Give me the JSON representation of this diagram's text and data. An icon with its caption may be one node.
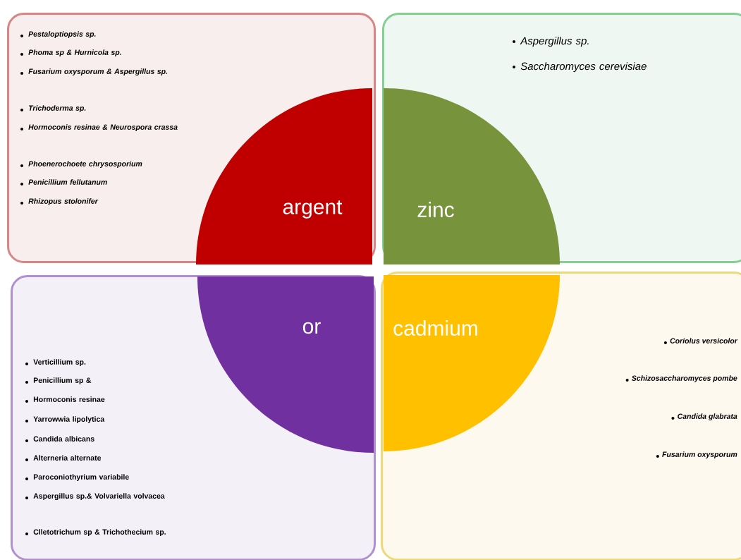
{
  "diagram": {
    "nodes": [
      {
        "text": [
          "Pestaloptiopsis sp.",
          "Phoma sp & Hurnicola sp.",
          "Fusarium oxysporum & Aspergillus sp.",
          "Trichoderma  sp.",
          "Hormoconis resinae  & Neurospora crassa",
          "Phoenerochoete  chrysosporium",
          "Penicillium  fellutanum",
          "Rhizopus stolonifer"
        ]
      },
      {
        "text": [
          "Aspergillus sp.",
          "Saccharomyces cerevisiae"
        ]
      },
      {
        "text": [
          "Verticillium  sp.",
          "Penicillium  sp &",
          "Hormoconis  resinae",
          "Yarrowwia  lipolytica",
          "Candida  albicans",
          "Alterneria  alternate",
          "Paroconiothyrium  variabile",
          "Aspergillus  sp.& Volvariella volvacea",
          "Clletotrichum  sp & Trichothecium sp."
        ]
      },
      {
        "text": [
          "Coriolus versicolor",
          "Schizosaccharomyces pombe",
          "Candida glabrata",
          "Fusarium oxysporum"
        ]
      },
      {
        "text": [
          "argent"
        ],
        "in": 0
      },
      {
        "text": [
          "zinc"
        ],
        "in": 1
      },
      {
        "text": [
          "or"
        ],
        "in": 2
      },
      {
        "text": [
          "cadmium"
        ],
        "in": 3
      }
    ]
  }
}
